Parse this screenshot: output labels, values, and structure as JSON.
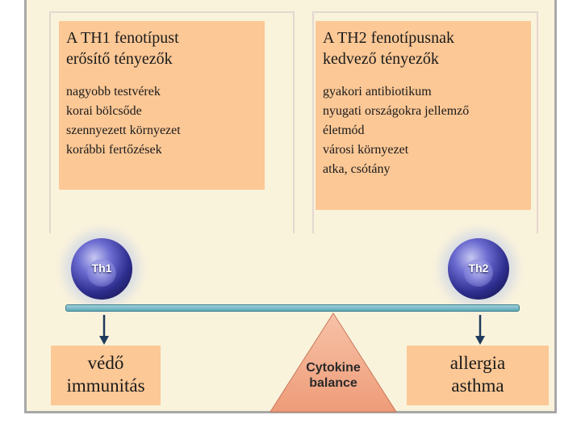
{
  "left_panel": {
    "title_lines": [
      "A TH1 fenotípust",
      "erősítő tényezők"
    ],
    "items": [
      "nagyobb testvérek",
      "korai bölcsőde",
      "szennyezett környezet",
      "korábbi fertőzések"
    ]
  },
  "right_panel": {
    "title_lines": [
      "A TH2 fenotípusnak",
      "kedvező tényezők"
    ],
    "items": [
      "gyakori antibiotikum",
      "nyugati országokra jellemző",
      "életmód",
      "városi környezet",
      "atka, csótány"
    ]
  },
  "cells": {
    "left": "Th1",
    "right": "Th2"
  },
  "fulcrum": {
    "lines": [
      "Cytokine",
      "balance"
    ]
  },
  "outcomes": {
    "left": [
      "védő",
      "immunitás"
    ],
    "right": [
      "allergia",
      "asthma"
    ]
  },
  "colors": {
    "panel": "#fcc896",
    "background": "#faf3dc",
    "beam": "#7fbfcc",
    "fulcrum": "#f2a98a",
    "arrow": "#1f3a5a"
  }
}
